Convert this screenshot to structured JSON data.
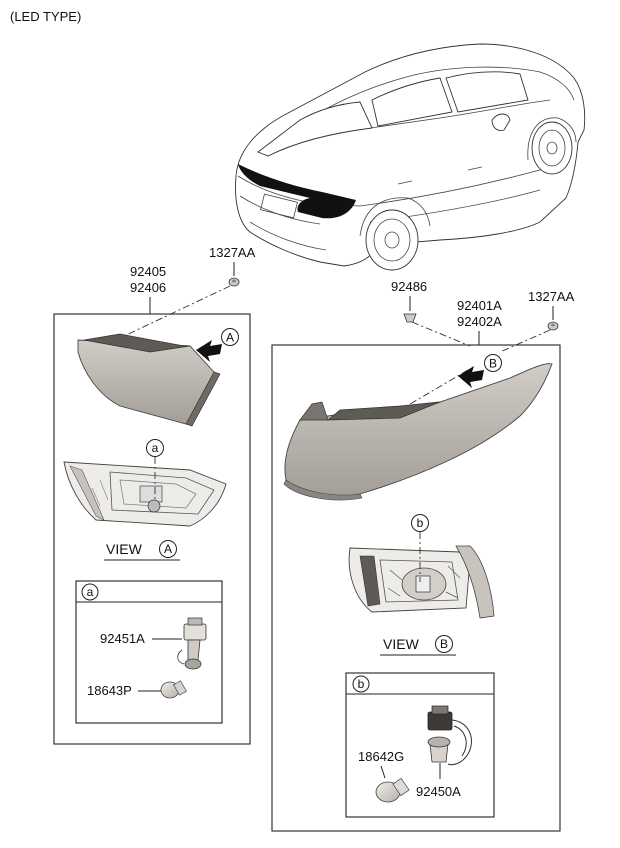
{
  "header": {
    "title": "(LED TYPE)"
  },
  "labels": {
    "bolt_left": "1327AA",
    "inner_lamp": [
      "92405",
      "92406"
    ],
    "clip": "92486",
    "outer_lamp": [
      "92401A",
      "92402A"
    ],
    "bolt_right": "1327AA",
    "socket_a": "92451A",
    "bulb_a": "18643P",
    "bulb_b": "18642G",
    "socket_b": "92450A"
  },
  "markers": {
    "A": "A",
    "B": "B",
    "a": "a",
    "b": "b"
  },
  "views": {
    "view_word": "VIEW",
    "view_a_letter": "A",
    "view_b_letter": "B"
  },
  "colors": {
    "lamp_fill": "#b9b3ad",
    "lamp_dark": "#6e6a66",
    "line": "#222222"
  }
}
